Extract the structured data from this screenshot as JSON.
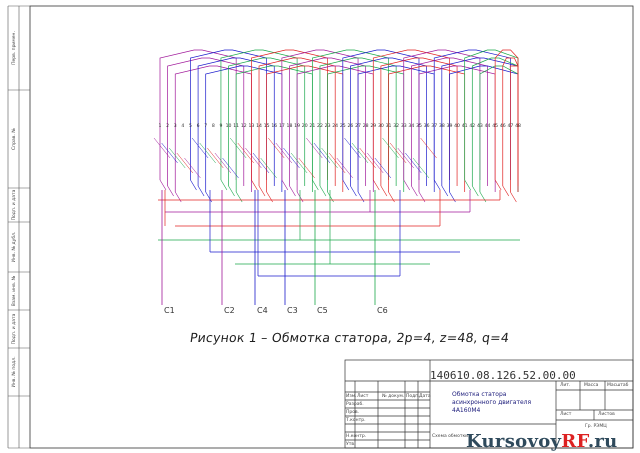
{
  "caption": "Рисунок 1 – Обмотка статора, 2p=4, z=48, q=4",
  "document_code": "140610.08.126.52.00.00",
  "title_block": {
    "title": "Обмотка статора асинхронного двигателя 4А160М4",
    "sheet_label": "Схема обмотки",
    "header_cells": [
      "Лит.",
      "Масса",
      "Масштаб"
    ],
    "rev_header": [
      "Изм.",
      "Лист",
      "№ докум.",
      "Подп.",
      "Дата"
    ],
    "roles": [
      "Разраб.",
      "Пров.",
      "Т.контр.",
      "Н.контр.",
      "Утв."
    ],
    "sheet_cells": [
      "Лист",
      "Листов"
    ],
    "org": "Гр. РЭМЦ"
  },
  "slot_numbers": [
    "1",
    "2",
    "3",
    "4",
    "5",
    "6",
    "7",
    "8",
    "9",
    "10",
    "11",
    "12",
    "13",
    "14",
    "15",
    "16",
    "17",
    "18",
    "19",
    "20",
    "21",
    "22",
    "23",
    "24",
    "25",
    "26",
    "27",
    "28",
    "29",
    "30",
    "31",
    "32",
    "33",
    "34",
    "35",
    "36",
    "37",
    "38",
    "39",
    "40",
    "41",
    "42",
    "43",
    "44",
    "45",
    "46",
    "47",
    "48"
  ],
  "terminals": [
    {
      "label": "C1",
      "color": "#a0189a"
    },
    {
      "label": "C2",
      "color": "#a0189a"
    },
    {
      "label": "C4",
      "color": "#1a1acc"
    },
    {
      "label": "C3",
      "color": "#1a1acc"
    },
    {
      "label": "C5",
      "color": "#1aa84a"
    },
    {
      "label": "C6",
      "color": "#1aa84a"
    }
  ],
  "side_labels": [
    "Перв. примен.",
    "Справ. №",
    "Подп. и дата",
    "Инв. № дубл.",
    "Взам. инв. №",
    "Подп. и дата",
    "Инв. № подл."
  ],
  "phase_colors": [
    "#a0189a",
    "#1a1acc",
    "#1aa84a",
    "#e02020"
  ],
  "watermark": {
    "main": "Kursovoy",
    "accent": "RF",
    "suffix": ".ru"
  }
}
